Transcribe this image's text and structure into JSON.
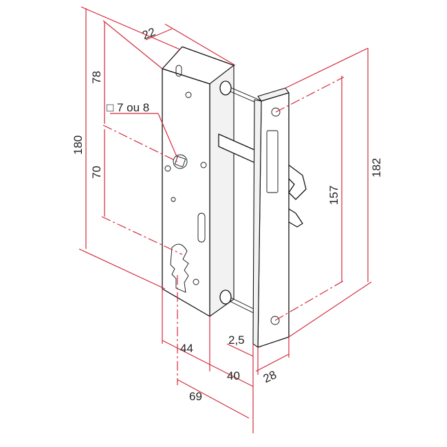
{
  "colors": {
    "dimension": "#d42a3c",
    "outline": "#111111"
  },
  "dimensions": {
    "width_22": "22",
    "height_78": "78",
    "square_spindle": "□ 7 ou 8",
    "height_180": "180",
    "height_70": "70",
    "height_157": "157",
    "height_182": "182",
    "offset_2_5": "2,5",
    "backset_44": "44",
    "depth_40": "40",
    "faceplate_28": "28",
    "depth_69": "69"
  }
}
